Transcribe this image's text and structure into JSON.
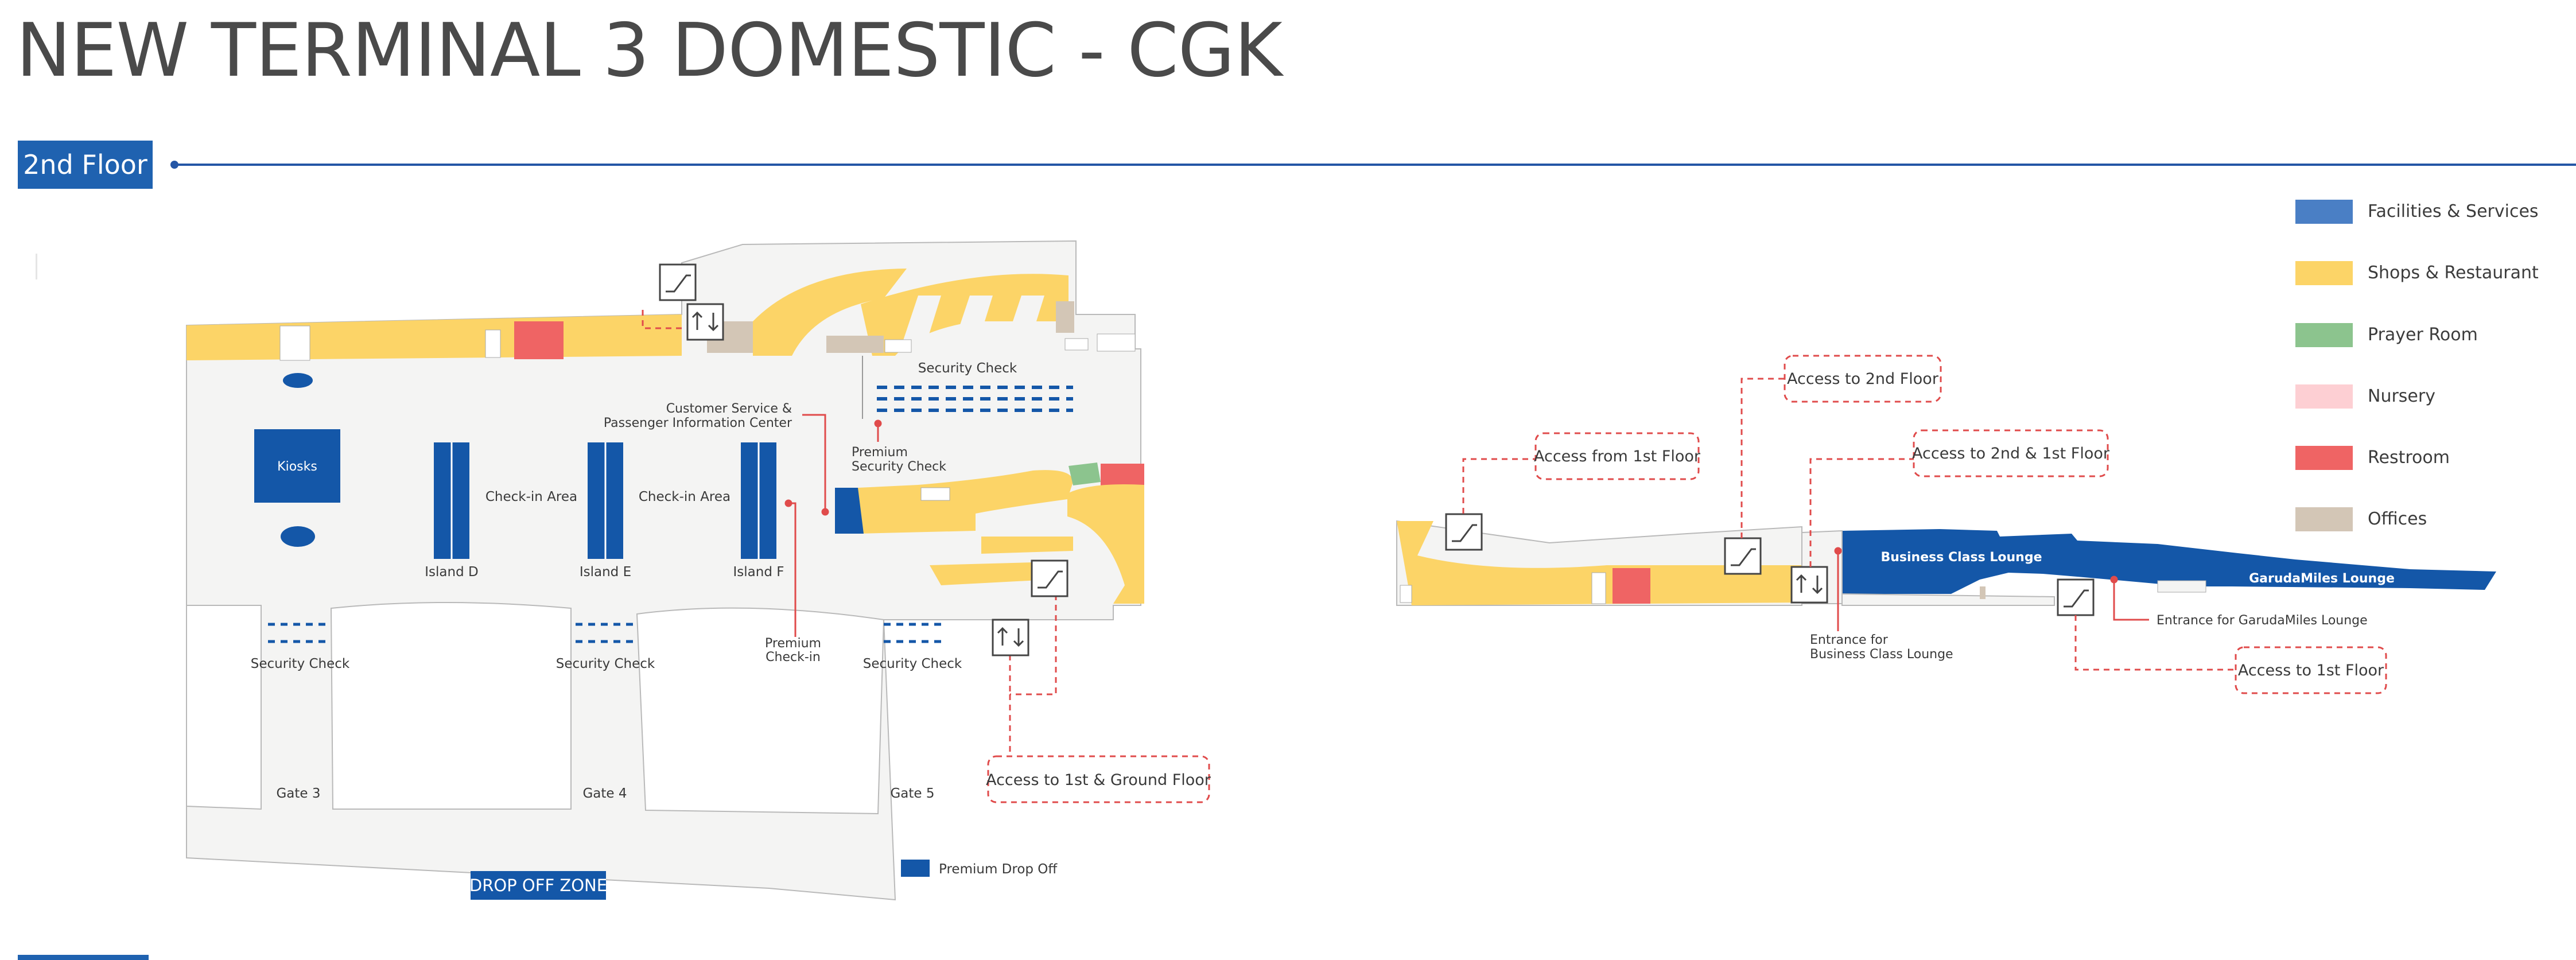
{
  "title": "NEW TERMINAL 3 DOMESTIC - CGK",
  "floor": "2nd Floor",
  "colors": {
    "facilities": "#4a7fc5",
    "shops": "#fcd467",
    "prayer": "#8cc48e",
    "nursery": "#fdcfd3",
    "restroom": "#ef6464",
    "offices": "#d3c6b6",
    "brand_blue": "#1457a8",
    "floor_grey": "#f4f4f3",
    "access_red": "#e04b4b"
  },
  "legend": [
    {
      "label": "Facilities & Services",
      "color": "#4a7fc5"
    },
    {
      "label": "Shops & Restaurant",
      "color": "#fcd467"
    },
    {
      "label": "Prayer Room",
      "color": "#8cc48e"
    },
    {
      "label": "Nursery",
      "color": "#fdcfd3"
    },
    {
      "label": "Restroom",
      "color": "#ef6464"
    },
    {
      "label": "Offices",
      "color": "#d3c6b6"
    }
  ],
  "left_map": {
    "kiosks": "Kiosks",
    "island_d": "Island D",
    "island_e": "Island E",
    "island_f": "Island F",
    "checkin_1": "Check-in Area",
    "checkin_2": "Check-in Area",
    "customer_service_1": "Customer Service &",
    "customer_service_2": "Passenger Information Center",
    "security_top": "Security Check",
    "premium_security_1": "Premium",
    "premium_security_2": "Security Check",
    "premium_checkin_1": "Premium",
    "premium_checkin_2": "Check-in",
    "security_1": "Security Check",
    "security_2": "Security Check",
    "security_3": "Security Check",
    "gate_3": "Gate 3",
    "gate_4": "Gate 4",
    "gate_5": "Gate 5",
    "drop_off_zone": "DROP OFF ZONE",
    "premium_drop_off": "Premium Drop Off",
    "access_1st_ground": "Access to 1st & Ground Floor"
  },
  "right_map": {
    "access_from_1st": "Access from 1st Floor",
    "access_to_2nd": "Access to 2nd Floor",
    "access_to_2nd_1st": "Access to 2nd & 1st Floor",
    "business_lounge": "Business Class Lounge",
    "garudamiles_lounge": "GarudaMiles Lounge",
    "entrance_business_1": "Entrance for",
    "entrance_business_2": "Business Class Lounge",
    "entrance_garudamiles": "Entrance for GarudaMiles Lounge",
    "access_to_1st": "Access to 1st Floor"
  }
}
